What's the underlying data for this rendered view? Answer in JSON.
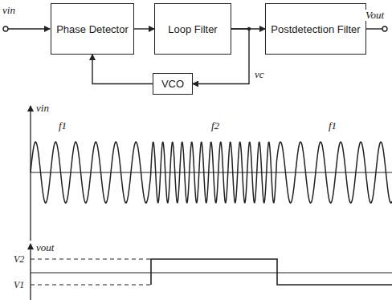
{
  "diagram": {
    "nodes": [
      {
        "text": [
          "Phase Detector"
        ]
      },
      {
        "text": [
          "Loop Filter"
        ]
      },
      {
        "text": [
          "Postdetection Filter"
        ]
      },
      {
        "text": [
          "VCO"
        ]
      }
    ],
    "edges": [
      {
        "from": 0,
        "to": 1,
        "arrow": "to"
      },
      {
        "from": 1,
        "to": 2,
        "arrow": "to"
      },
      {
        "from": 1,
        "to": 3,
        "arrow": "to"
      },
      {
        "from": 3,
        "to": 0,
        "arrow": "to"
      }
    ],
    "labels": [
      "vin",
      "Vout",
      "vc",
      "vin",
      "f1",
      "f2",
      "f1",
      "vout",
      "V2",
      "V1"
    ]
  }
}
